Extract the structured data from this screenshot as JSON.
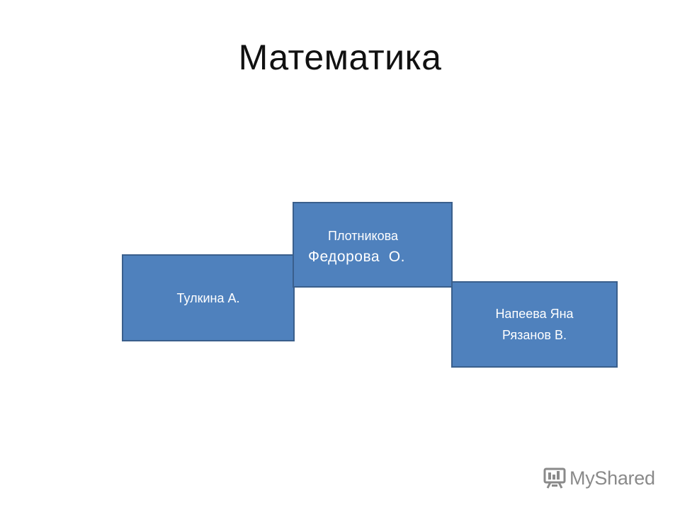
{
  "slide": {
    "title": "Математика"
  },
  "colors": {
    "box_fill": "#4f81bd",
    "box_border": "#3a5f8c",
    "text": "#ffffff"
  },
  "boxes": [
    {
      "lines": [
        "Тулкина А."
      ]
    },
    {
      "lines": [
        "Плотникова",
        "Федорова  О."
      ]
    },
    {
      "lines": [
        "Напеева Яна",
        "Рязанов В."
      ]
    }
  ],
  "logo": {
    "icon": "projector-screen-icon",
    "text": "MyShared"
  }
}
